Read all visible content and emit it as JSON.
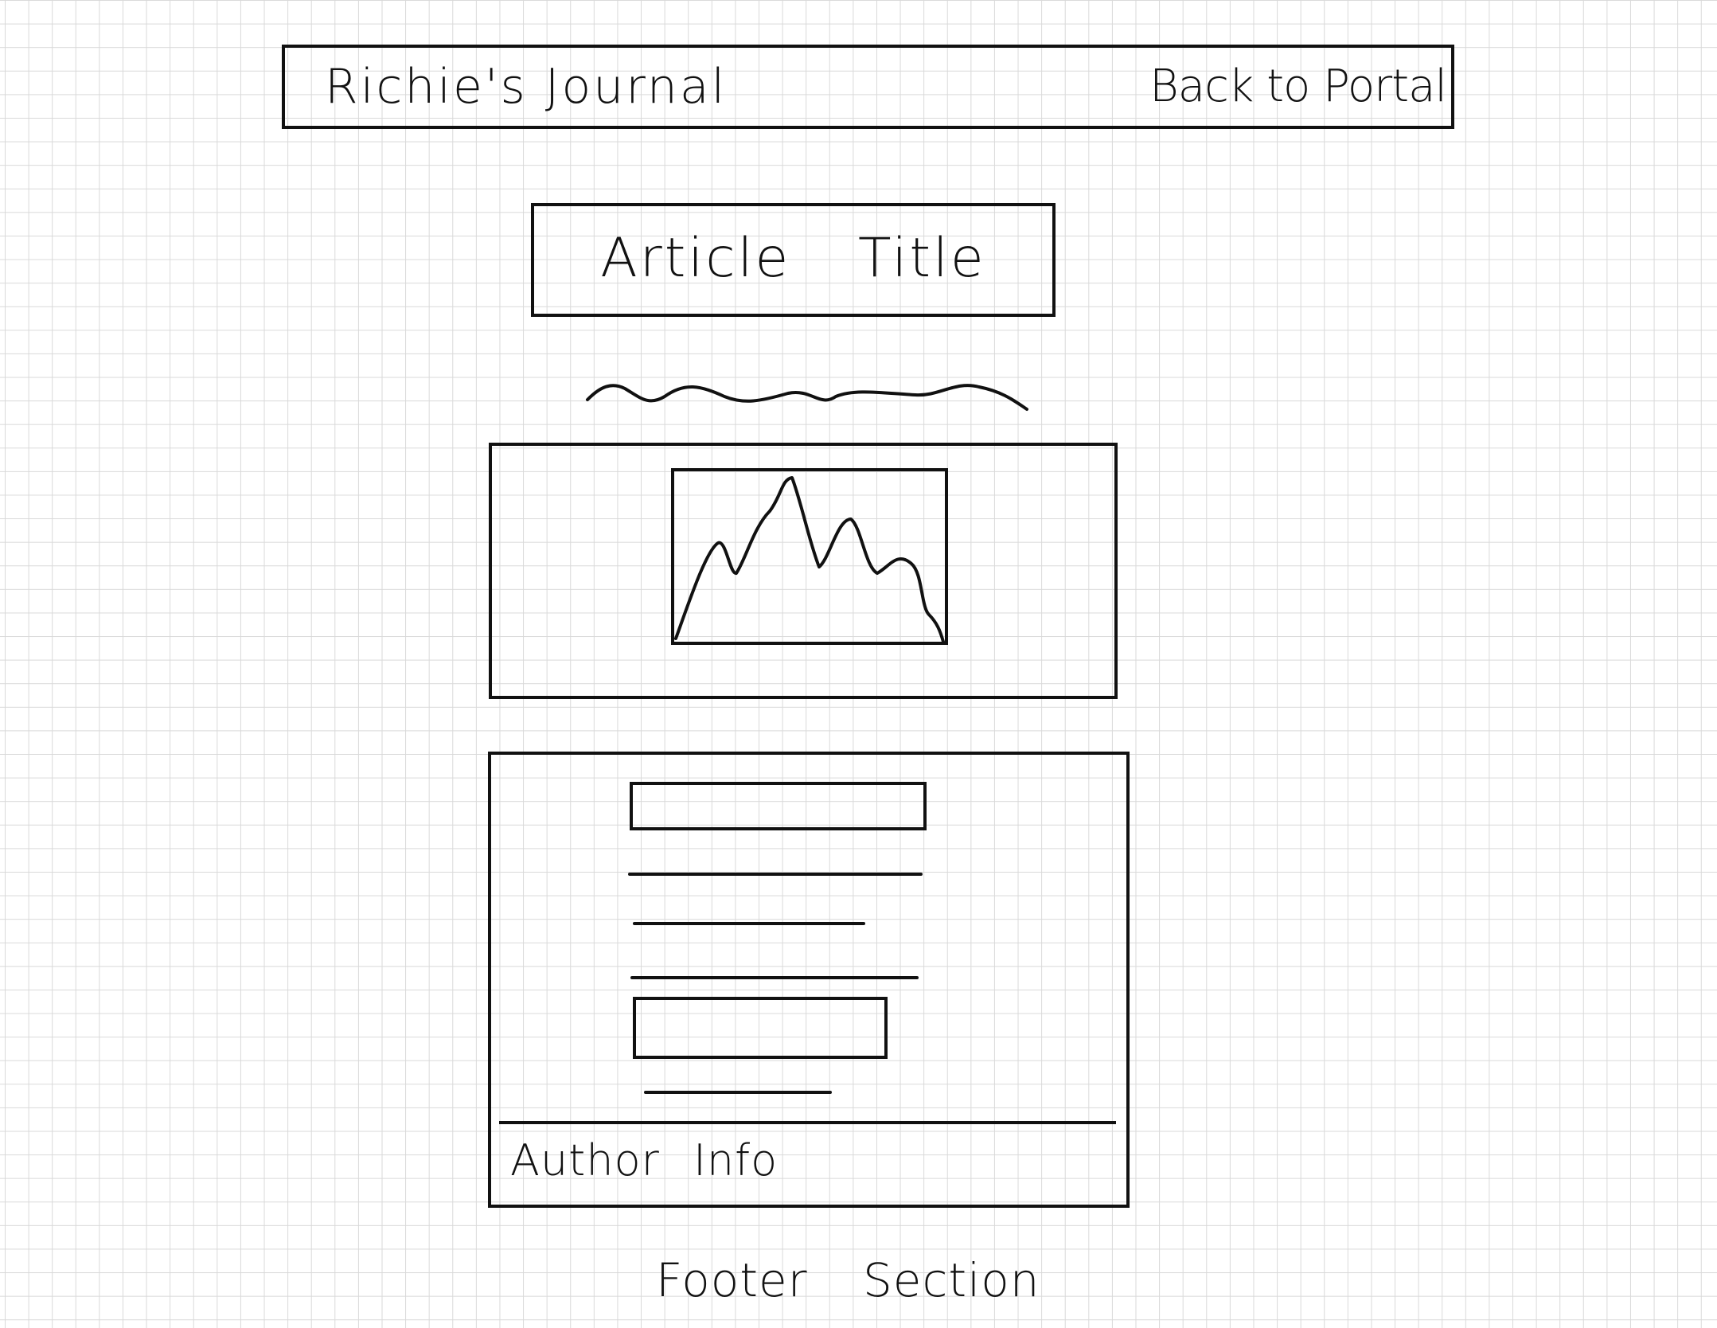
{
  "header": {
    "site_title": "Richie's Journal",
    "portal_link": "Back to Portal"
  },
  "article": {
    "title": "Article Title"
  },
  "content": {
    "author_info": "Author Info"
  },
  "footer": {
    "label": "Footer Section"
  },
  "colors": {
    "ink": "#111111",
    "grid": "#d9d9d9",
    "paper": "#ffffff"
  }
}
